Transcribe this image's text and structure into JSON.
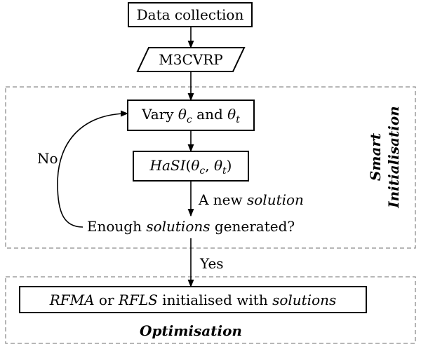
{
  "nodes": {
    "data_collection": "Data collection",
    "m3cvrp": "M3CVRP",
    "vary": {
      "prefix": "Vary ",
      "theta": "θ",
      "sub_c": "c",
      "and": " and ",
      "sub_t": "t"
    },
    "hasi": {
      "name": "HaSI",
      "open": "(",
      "theta": "θ",
      "sub_c": "c",
      "comma": ", ",
      "sub_t": "t",
      "close": ")"
    },
    "enough": {
      "prefix": "Enough ",
      "emph": "solutions",
      "suffix": " generated?"
    },
    "final": {
      "a": "RFMA",
      "or": " or ",
      "b": "RFLS",
      "mid": " initialised with ",
      "emph": "solutions"
    }
  },
  "edges": {
    "new_solution": {
      "prefix": "A new ",
      "emph": "solution"
    },
    "no": "No",
    "yes": "Yes"
  },
  "regions": {
    "smart_line1": "Smart",
    "smart_line2": "Initialisation",
    "optimisation": "Optimisation"
  },
  "colors": {
    "stroke": "#000000",
    "region_dash": "#8c8c8c"
  }
}
